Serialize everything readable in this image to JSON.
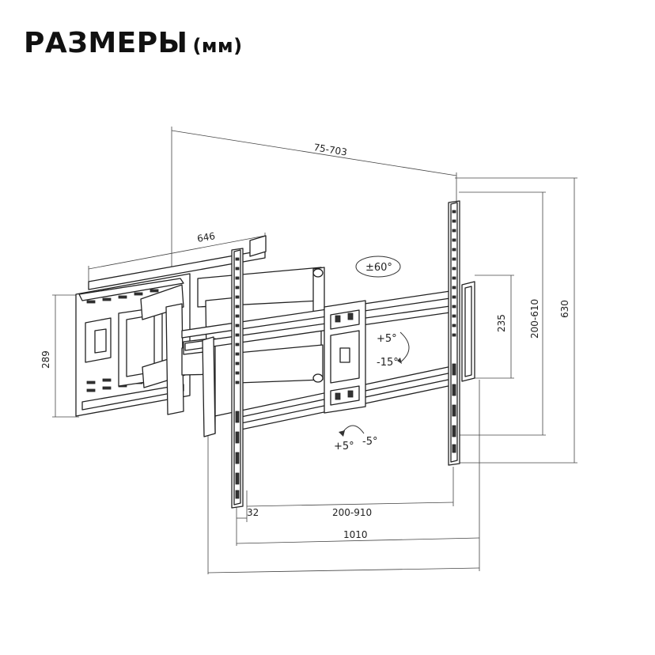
{
  "title": {
    "main": "РАЗМЕРЫ",
    "unit": "(мм)"
  },
  "dimensions": {
    "extension": "75-703",
    "arm_depth": "646",
    "wall_plate_height": "289",
    "inner_height": "235",
    "vesa_vertical": "200-610",
    "total_height": "630",
    "offset": "32",
    "vesa_horizontal": "200-910",
    "total_width": "1010"
  },
  "annotations": {
    "swivel": "±60°",
    "rotation_plus": "+5°",
    "rotation_minus": "-15°",
    "tilt_plus": "+5°",
    "tilt_minus": "-5°"
  }
}
